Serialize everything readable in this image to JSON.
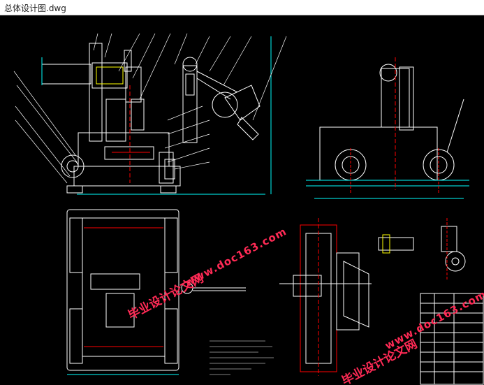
{
  "window": {
    "title": "总体设计图.dwg"
  },
  "watermarks": {
    "site": "www.doc163.com",
    "name": "毕业设计论文网"
  },
  "colors": {
    "background": "#000000",
    "lines": "#ffffff",
    "cyan": "#00ffff",
    "red": "#ff0000",
    "yellow": "#ffff00",
    "green": "#00ff00",
    "watermark": "#ff2a55"
  }
}
